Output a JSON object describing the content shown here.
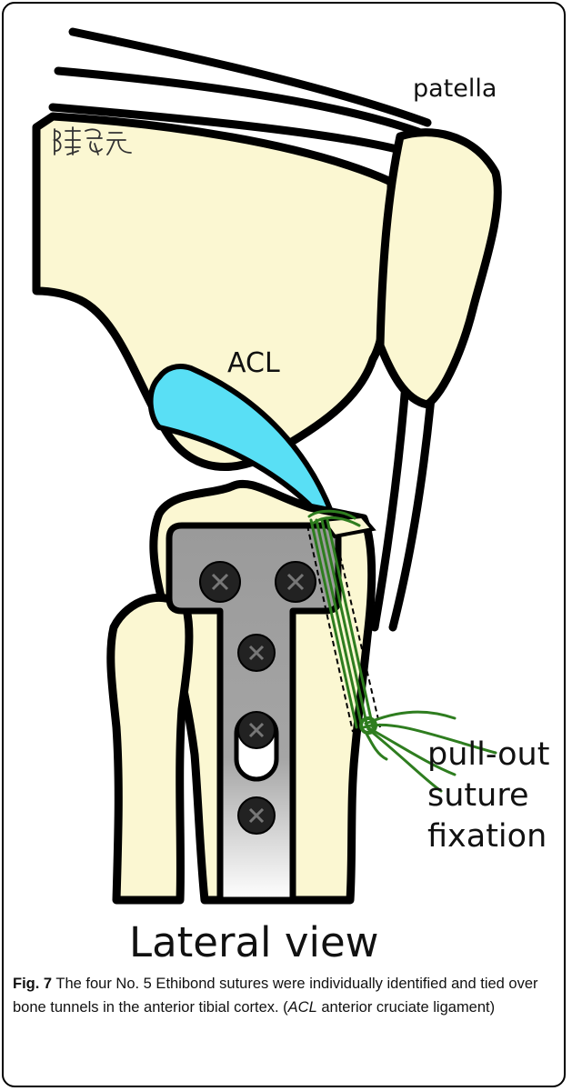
{
  "figure": {
    "labels": {
      "patella": "patella",
      "acl": "ACL",
      "pull_out_line1": "pull-out",
      "pull_out_line2": "suture",
      "pull_out_line3": "fixation",
      "view": "Lateral view"
    },
    "signature": "陳泉元",
    "colors": {
      "bone": "#fbf7d2",
      "ligament": "#59dff5",
      "plate": "#9a9a9a",
      "suture": "#2e7d1f",
      "outline": "#000000"
    }
  },
  "caption": {
    "label": "Fig. 7",
    "text_1": " The four No. 5 Ethibond sutures were individually identified and tied over bone tunnels in the anterior tibial cortex. (",
    "abbr": "ACL",
    "text_2": " anterior cruciate ligament)"
  }
}
